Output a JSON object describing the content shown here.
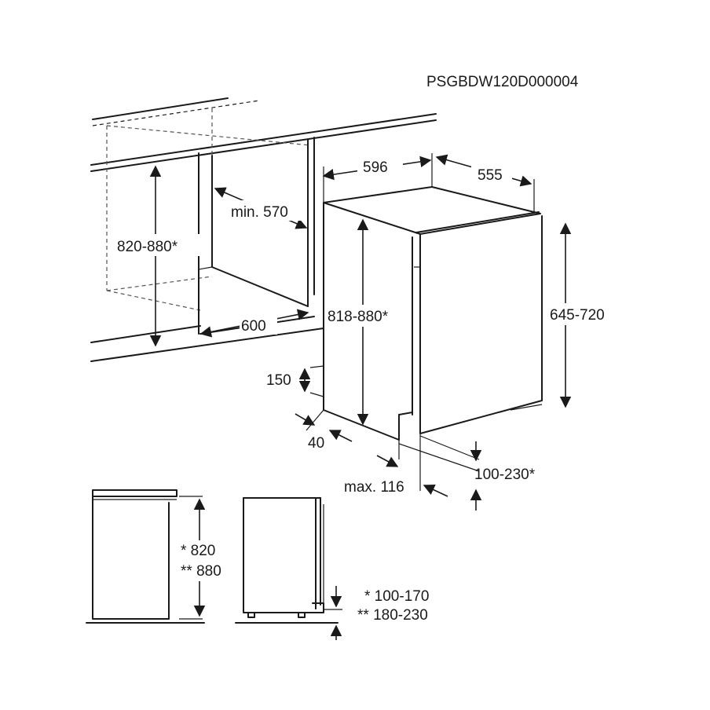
{
  "code": "PSGBDW120D000004",
  "dimensions": {
    "width": "596",
    "depth": "555",
    "niche_depth": "min. 570",
    "niche_height": "820-880*",
    "niche_width": "600",
    "appliance_height": "818-880*",
    "door_height": "645-720",
    "plinth_150": "150",
    "plinth_40": "40",
    "max_116": "max. 116",
    "plinth_range": "100-230*"
  },
  "legend": {
    "height_line1": "* 820",
    "height_line2": "** 880",
    "plinth_line1": "* 100-170",
    "plinth_line2": "** 180-230"
  }
}
